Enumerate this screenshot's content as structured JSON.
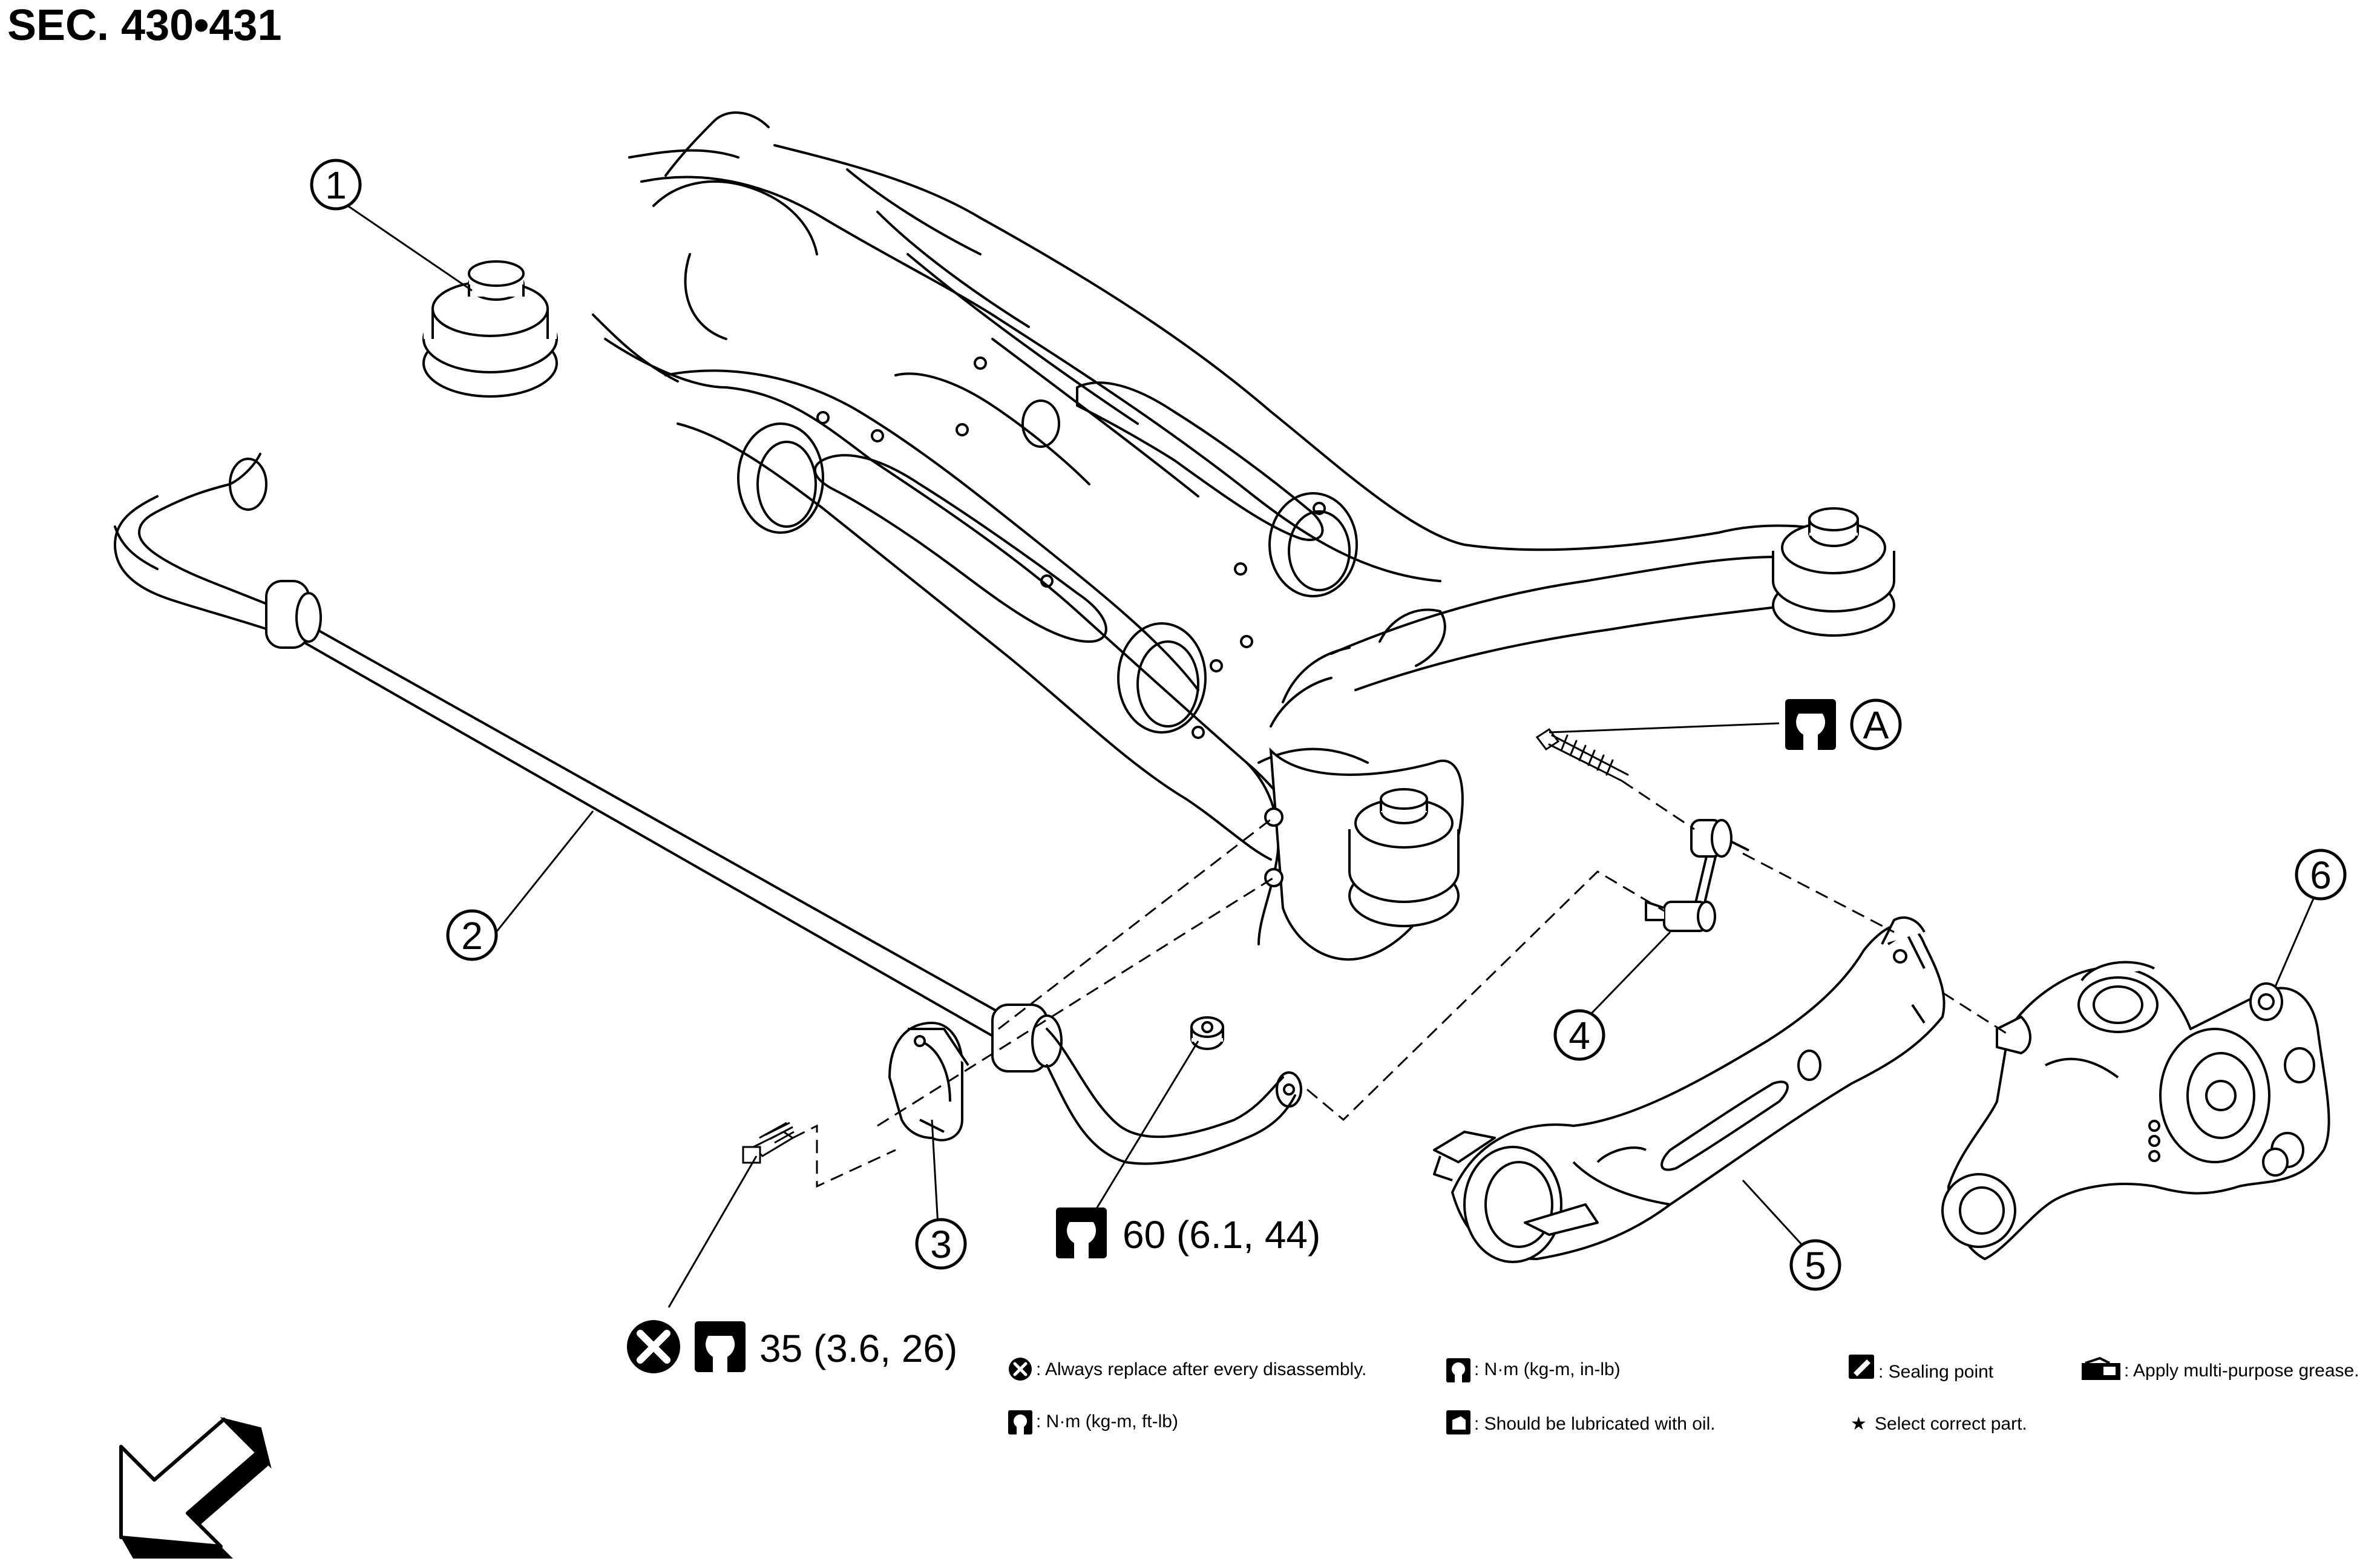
{
  "section_title": "SEC. 430•431",
  "callouts": {
    "c1": "1",
    "c2": "2",
    "c3": "3",
    "c4": "4",
    "c5": "5",
    "c6": "6",
    "tA": "A"
  },
  "torques": {
    "stabilizer_bracket_bolt": "35 (3.6, 26)",
    "link_nut": "60 (6.1, 44)"
  },
  "legend": {
    "replace": ": Always replace after every disassembly.",
    "torque_ft_lb": ": N·m (kg-m, ft-lb)",
    "torque_in_lb": ": N·m (kg-m, in-lb)",
    "lubricate_oil": ": Should be lubricated with oil.",
    "sealing": ": Sealing point",
    "select_part": "Select correct part.",
    "grease": ": Apply multi-purpose grease."
  },
  "icons": {
    "replace": "x-circle-icon",
    "torque": "torque-wrench-icon",
    "front_direction": "front-arrow-icon",
    "select_part": "star-icon"
  }
}
